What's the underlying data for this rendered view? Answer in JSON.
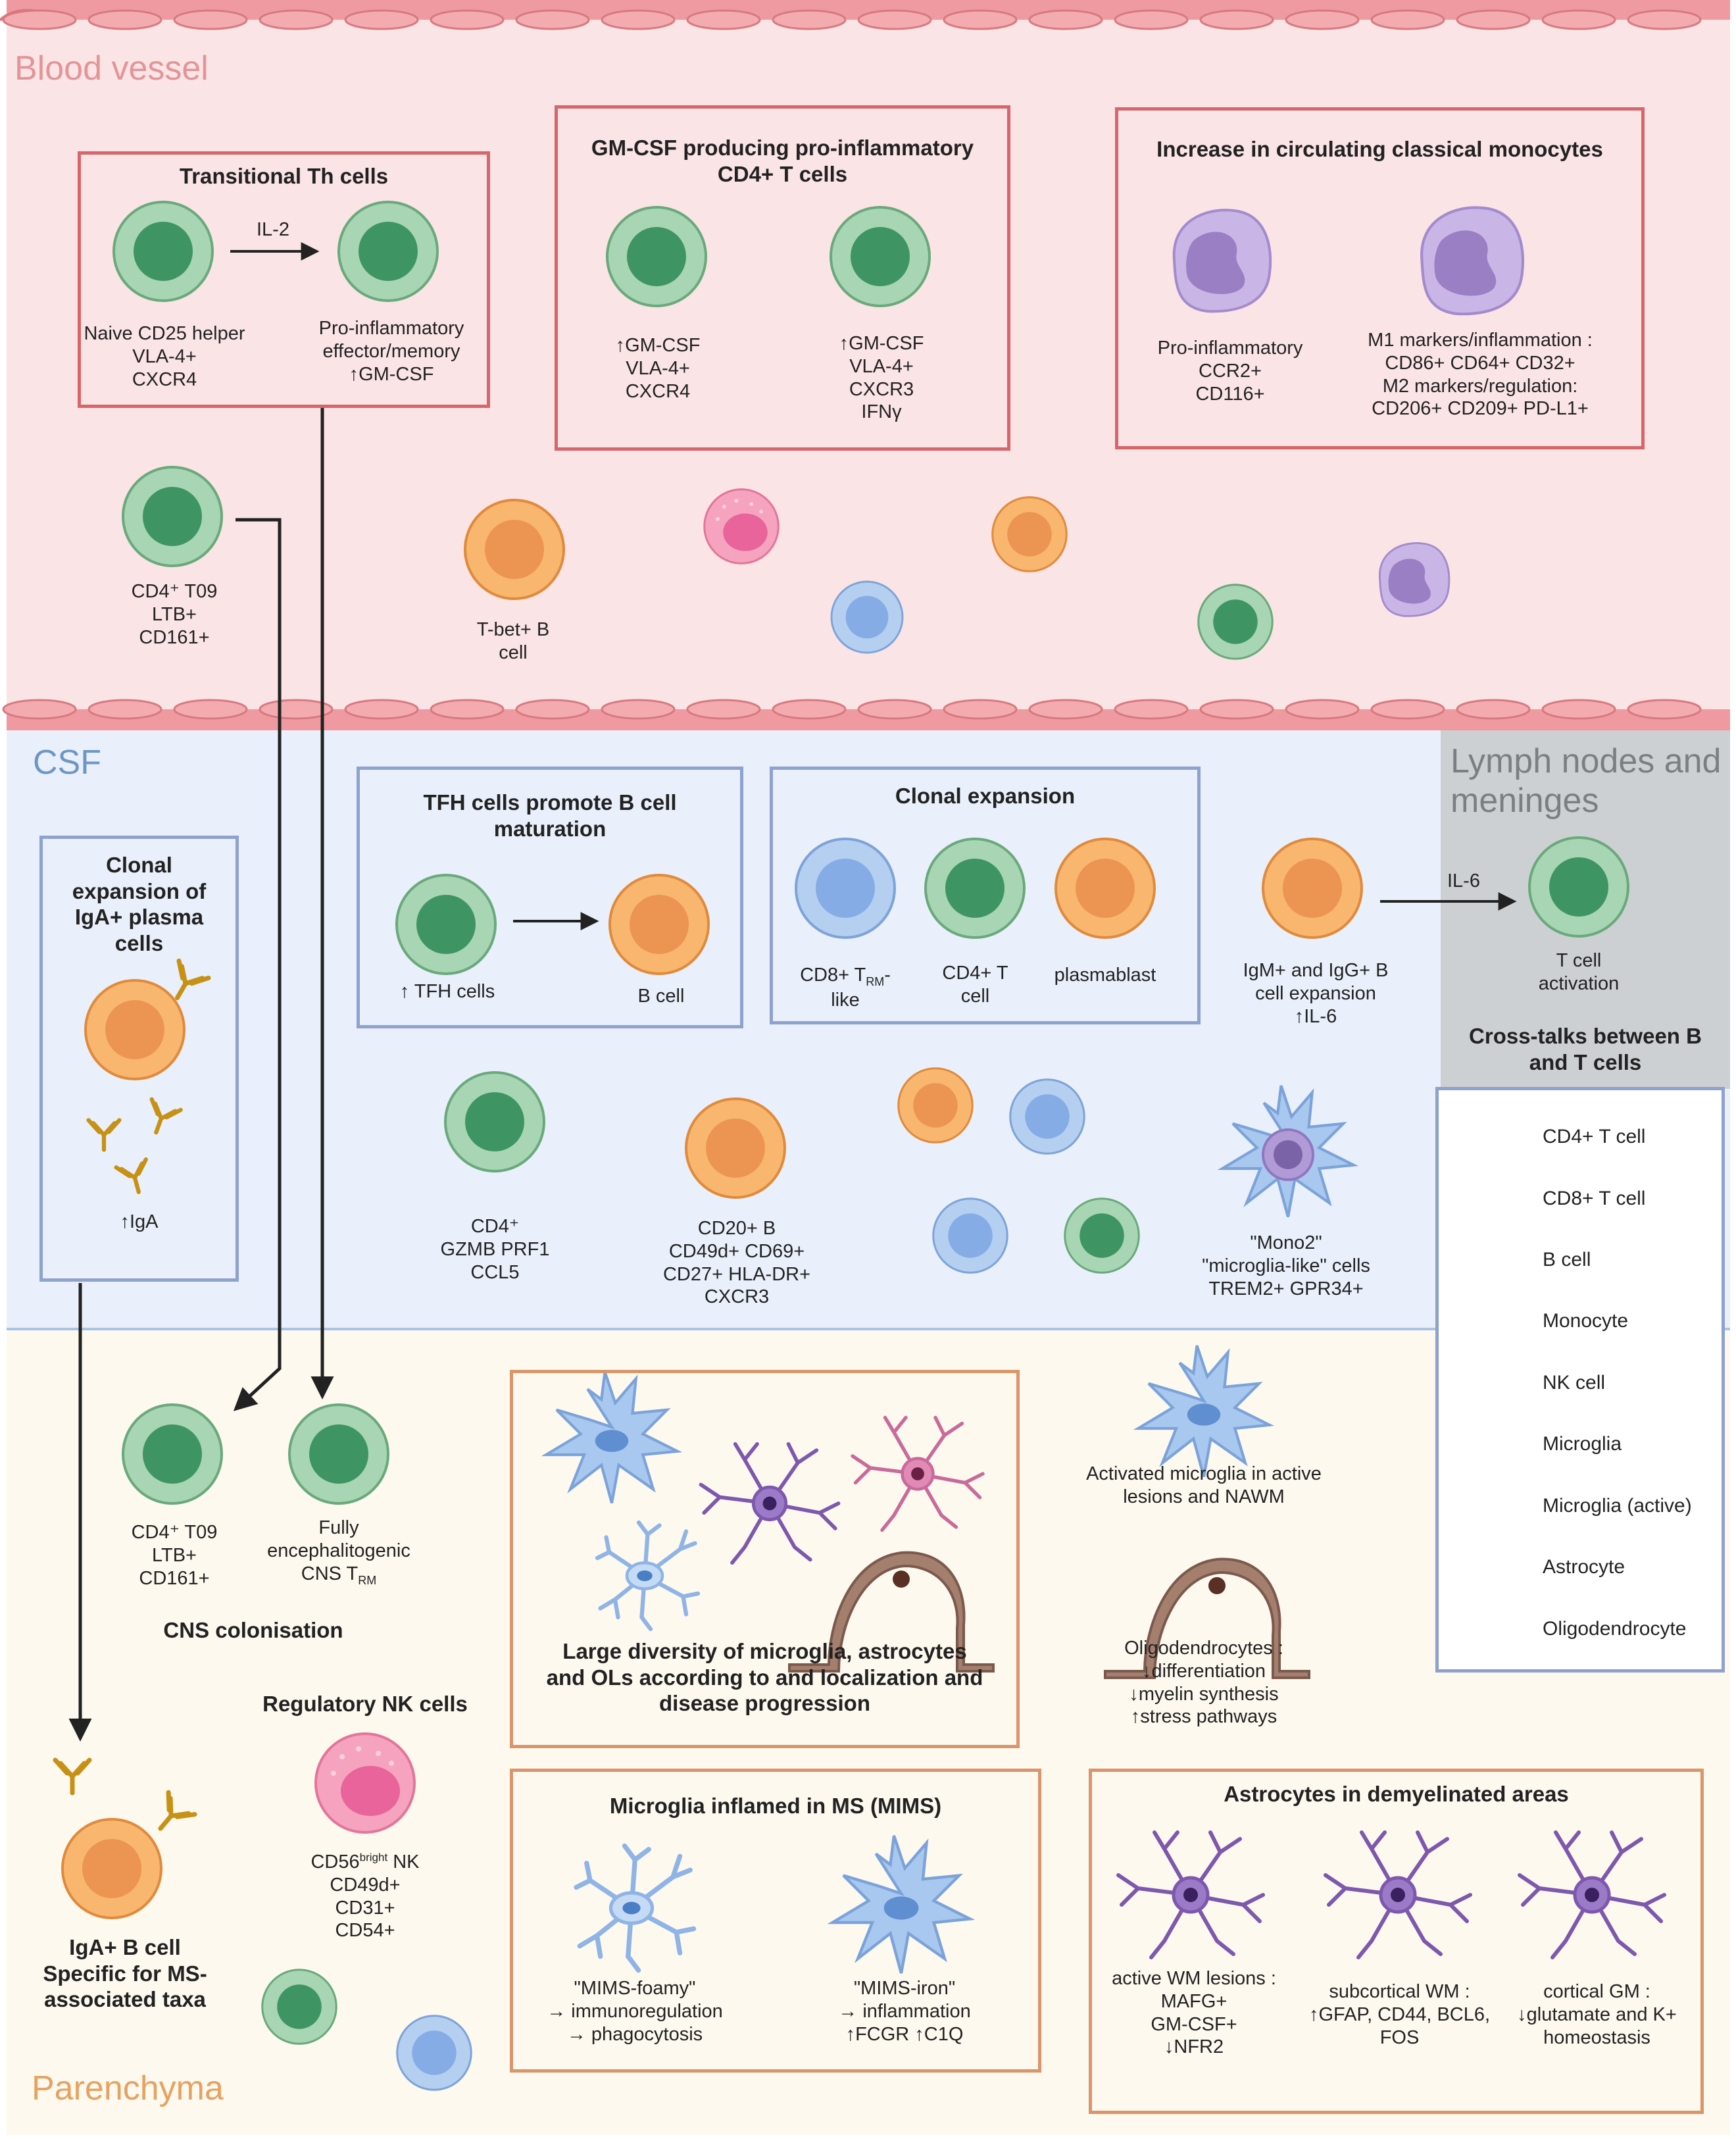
{
  "regions": {
    "blood": "Blood vessel",
    "csf": "CSF",
    "lymph": "Lymph nodes and\nmeninges",
    "parenchyma": "Parenchyma"
  },
  "colors": {
    "blood_bg": "#fbe4e5",
    "csf_bg": "#e9f0fb",
    "lymph_bg": "#cdd0d3",
    "parenchyma_bg": "#fdf9ef",
    "box_red": "#d6666c",
    "box_blue": "#8fa1cf",
    "box_orange": "#d9966a",
    "tcell": "#7fbf8e",
    "bcell": "#f4a35e",
    "cd8": "#97b9e8",
    "monocyte": "#b8a2da",
    "nk": "#ee86a8",
    "microglia": "#9dc0ea",
    "astrocyte": "#8c6ab6",
    "oligodendrocyte": "#8b6a5c"
  },
  "blood": {
    "transitional": {
      "title": "Transitional Th cells",
      "arrow_label": "IL-2",
      "left_label": "Naive CD25 helper\nVLA-4+\nCXCR4",
      "right_label": "Pro-inflammatory\neffector/memory\n↑GM-CSF"
    },
    "gmcsf": {
      "title": "GM-CSF producing pro-inflammatory\nCD4+ T cells",
      "left_label": "↑GM-CSF\nVLA-4+\nCXCR4",
      "right_label": "↑GM-CSF\nVLA-4+\nCXCR3\nIFNγ"
    },
    "monocytes": {
      "title": "Increase in circulating classical monocytes",
      "left_label": "Pro-inflammatory\nCCR2+\nCD116+",
      "right_label": "M1 markers/inflammation :\nCD86+ CD64+ CD32+\nM2 markers/regulation:\nCD206+ CD209+ PD-L1+"
    },
    "t09_label": "CD4⁺ T09\nLTB+\nCD161+",
    "tbet_label": "T-bet+ B\ncell"
  },
  "csf": {
    "iga_title": "Clonal\nexpansion of\nIgA+ plasma\ncells",
    "iga_label": "↑IgA",
    "tfh": {
      "title": "TFH cells promote B cell\nmaturation",
      "left_label": "↑ TFH cells",
      "right_label": "B cell"
    },
    "clonal": {
      "title": "Clonal expansion",
      "label1": "CD8+ T",
      "label1_sub": "RM",
      "label1_tail": "-",
      "label1_line2": "like",
      "label2": "CD4+ T\ncell",
      "label3": "plasmablast"
    },
    "igm_label": "IgM+ and IgG+ B\ncell expansion\n↑IL-6",
    "il6_label": "IL-6",
    "tact_label": "T cell\nactivation",
    "crosstalk_title": "Cross-talks between B\nand T cells",
    "cd4_gzmb_label": "CD4⁺\nGZMB PRF1\nCCL5",
    "cd20_label": "CD20+ B\nCD49d+  CD69+\nCD27+ HLA-DR+\nCXCR3",
    "mono2_label": "\"Mono2\"\n\"microglia-like\" cells\nTREM2+ GPR34+"
  },
  "legend": [
    {
      "label": "CD4+ T cell",
      "icon": "cd4-t-cell-icon"
    },
    {
      "label": "CD8+ T cell",
      "icon": "cd8-t-cell-icon"
    },
    {
      "label": "B cell",
      "icon": "b-cell-icon"
    },
    {
      "label": "Monocyte",
      "icon": "monocyte-icon"
    },
    {
      "label": "NK cell",
      "icon": "nk-cell-icon"
    },
    {
      "label": "Microglia",
      "icon": "microglia-icon"
    },
    {
      "label": "Microglia (active)",
      "icon": "microglia-active-icon"
    },
    {
      "label": "Astrocyte",
      "icon": "astrocyte-icon"
    },
    {
      "label": "Oligodendrocyte",
      "icon": "oligodendrocyte-icon"
    }
  ],
  "parenchyma": {
    "t09_label": "CD4⁺ T09\nLTB+\nCD161+",
    "trm_label_a": "Fully\nencephalitogenic\nCNS T",
    "trm_sub": "RM",
    "colonisation": "CNS colonisation",
    "nk_title": "Regulatory NK cells",
    "nk_label_a": "CD56",
    "nk_sup": "bright",
    "nk_label_b": " NK\nCD49d+\nCD31+\nCD54+",
    "iga_b_label": "IgA+ B cell\nSpecific for MS-\nassociated taxa",
    "diversity_title": "Large diversity of microglia, astrocytes\nand OLs according to and localization and\ndisease progression",
    "activated_label": "Activated microglia in active\nlesions and NAWM",
    "oligo_label": "Oligodendrocytes :\n↓differentiation\n↓myelin synthesis\n↑stress pathways",
    "mims": {
      "title": "Microglia inflamed in MS (MIMS)",
      "foamy": "\"MIMS-foamy\"\n→ immunoregulation\n→ phagocytosis",
      "iron": "\"MIMS-iron\"\n→ inflammation\n↑FCGR ↑C1Q"
    },
    "astro": {
      "title": "Astrocytes in demyelinated areas",
      "wm": "active WM lesions :\nMAFG+\nGM-CSF+\n↓NFR2",
      "sub": "subcortical  WM :\n↑GFAP, CD44, BCL6,\nFOS",
      "gm": "cortical GM :\n↓glutamate and K+\nhomeostasis"
    }
  }
}
